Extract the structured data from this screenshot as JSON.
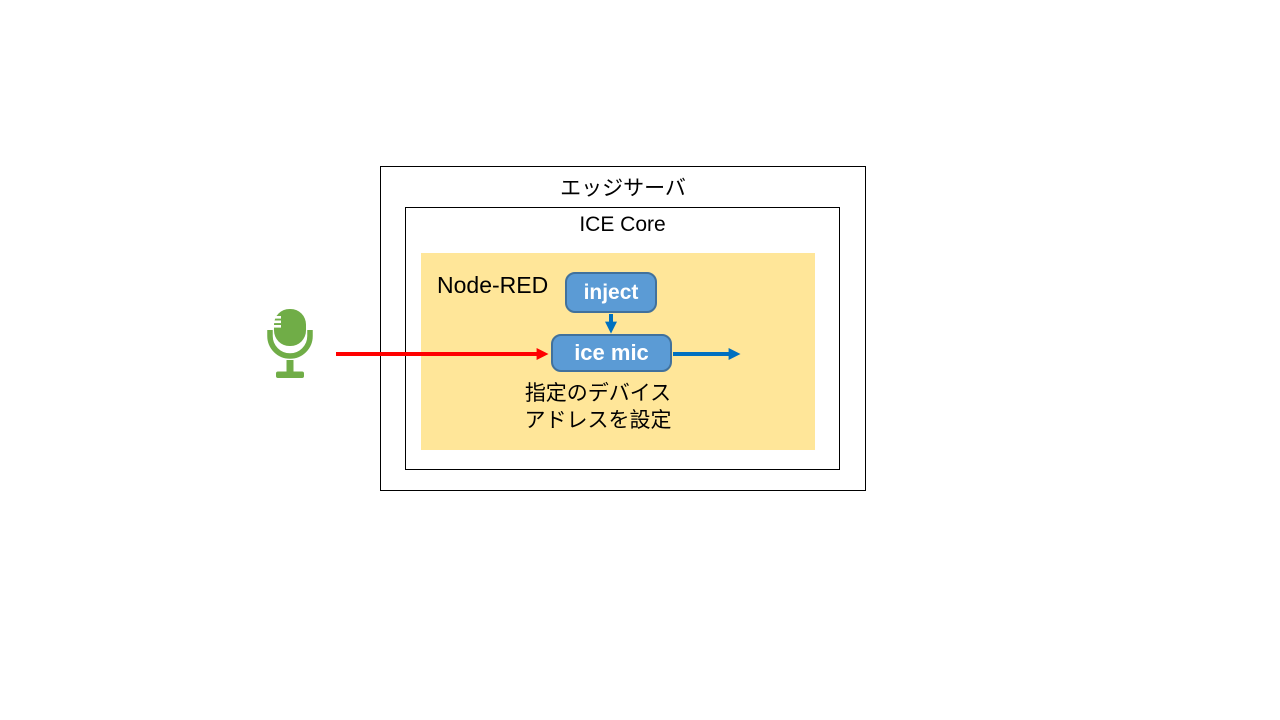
{
  "diagram": {
    "edge_server": {
      "label": "エッジサーバ"
    },
    "ice_core": {
      "label": "ICE Core"
    },
    "node_red": {
      "label": "Node-RED"
    },
    "nodes": {
      "inject": {
        "label": "inject"
      },
      "ice_mic": {
        "label": "ice mic"
      }
    },
    "annotation": {
      "line1": "指定のデバイス",
      "line2": "アドレスを設定"
    },
    "icons": {
      "microphone": "microphone-icon"
    },
    "colors": {
      "canvas_bg": "#FFFFFF",
      "box_border": "#000000",
      "node_red_region_fill": "#FFE699",
      "node_fill": "#5B9BD5",
      "node_border": "#41719C",
      "node_text": "#FFFFFF",
      "blue_arrow": "#0070C0",
      "red_arrow": "#FF0000",
      "mic_green": "#70AD47",
      "text": "#000000"
    }
  }
}
